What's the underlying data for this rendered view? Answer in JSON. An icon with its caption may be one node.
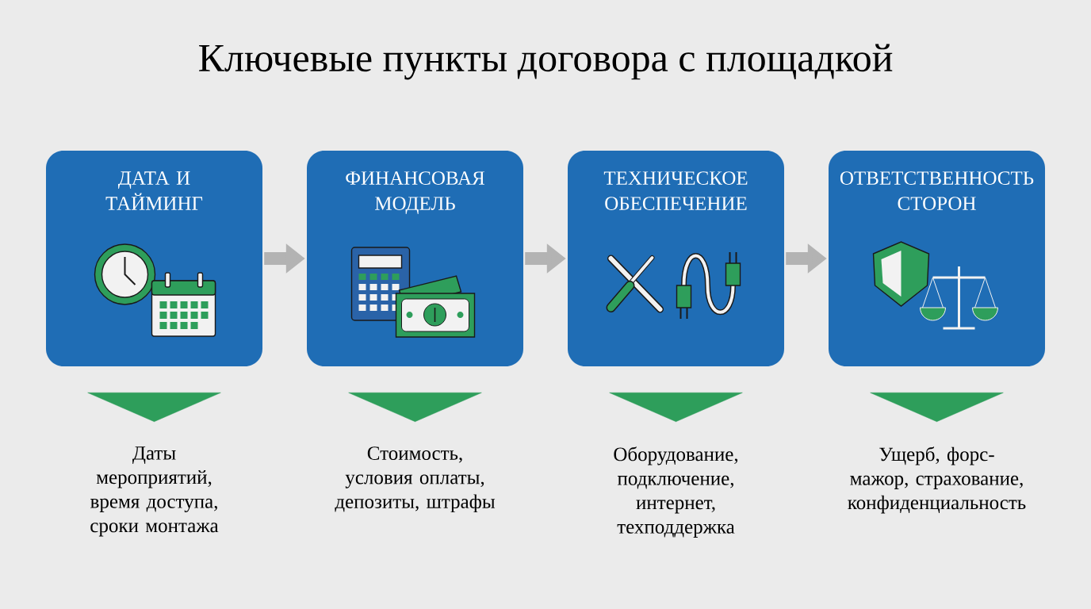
{
  "diagram": {
    "title": "Ключевые пункты договора с площадкой",
    "nodes": [
      {
        "text": [
          "ДАТА И ТАЙМИНГ"
        ]
      },
      {
        "text": [
          "ФИНАНСОВАЯ МОДЕЛЬ"
        ]
      },
      {
        "text": [
          "ТЕХНИЧЕСКОЕ ОБЕСПЕЧЕНИЕ"
        ]
      },
      {
        "text": [
          "ОТВЕТСТВЕННОСТЬ СТОРОН"
        ]
      },
      {
        "text": [
          "Даты мероприятий, время доступа, сроки монтажа"
        ]
      },
      {
        "text": [
          "Стоимость, условия оплаты, депозиты, штрафы"
        ]
      },
      {
        "text": [
          "Оборудование, подключение, интернет, техподдержка"
        ]
      },
      {
        "text": [
          "Ущерб, форс-мажор, страхование, конфиденциальность"
        ]
      }
    ],
    "edges": [
      {
        "from": 0,
        "to": 1,
        "arrow": "to",
        "color": "#b3b3b3"
      },
      {
        "from": 1,
        "to": 2,
        "arrow": "to",
        "color": "#b3b3b3"
      },
      {
        "from": 2,
        "to": 3,
        "arrow": "to",
        "color": "#b3b3b3"
      },
      {
        "from": 0,
        "to": 4,
        "arrow": "to",
        "color": "#2e9e5b"
      },
      {
        "from": 1,
        "to": 5,
        "arrow": "to",
        "color": "#2e9e5b"
      },
      {
        "from": 2,
        "to": 6,
        "arrow": "to",
        "color": "#2e9e5b"
      },
      {
        "from": 3,
        "to": 7,
        "arrow": "to",
        "color": "#2e9e5b"
      }
    ]
  }
}
